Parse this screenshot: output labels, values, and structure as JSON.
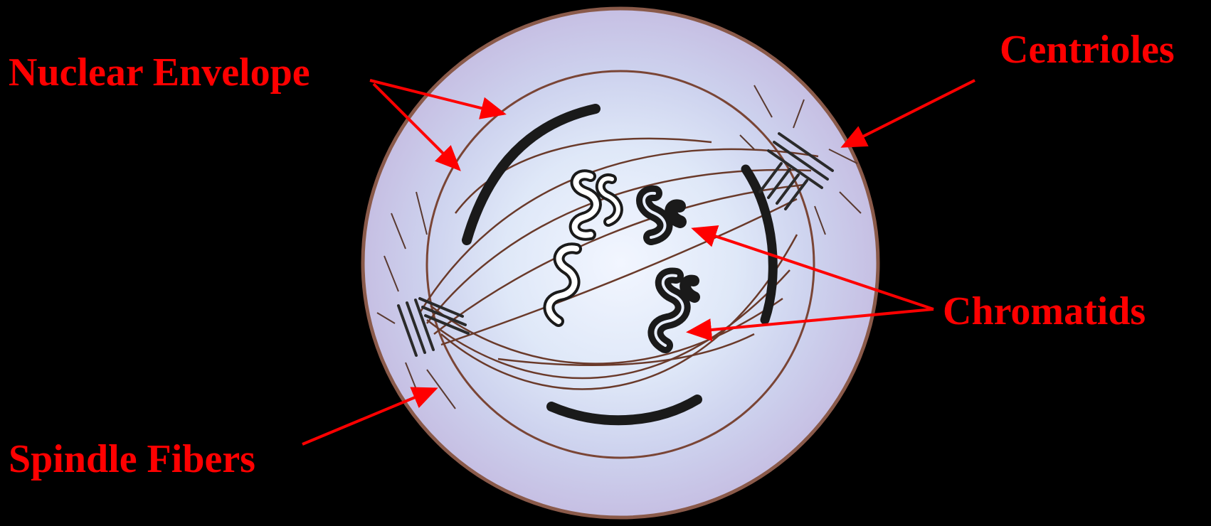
{
  "labels": {
    "nuclear_envelope": "Nuclear Envelope",
    "centrioles": "Centrioles",
    "chromatids": "Chromatids",
    "spindle_fibers": "Spindle Fibers"
  },
  "colors": {
    "background": "#000000",
    "label": "#ff0000",
    "arrow": "#ff0000",
    "cell_outer": "#c9c3e6",
    "cell_inner": "#e6eefa",
    "membrane": "#7a3f2a",
    "chromatid_dark": "#1a1a1a"
  }
}
